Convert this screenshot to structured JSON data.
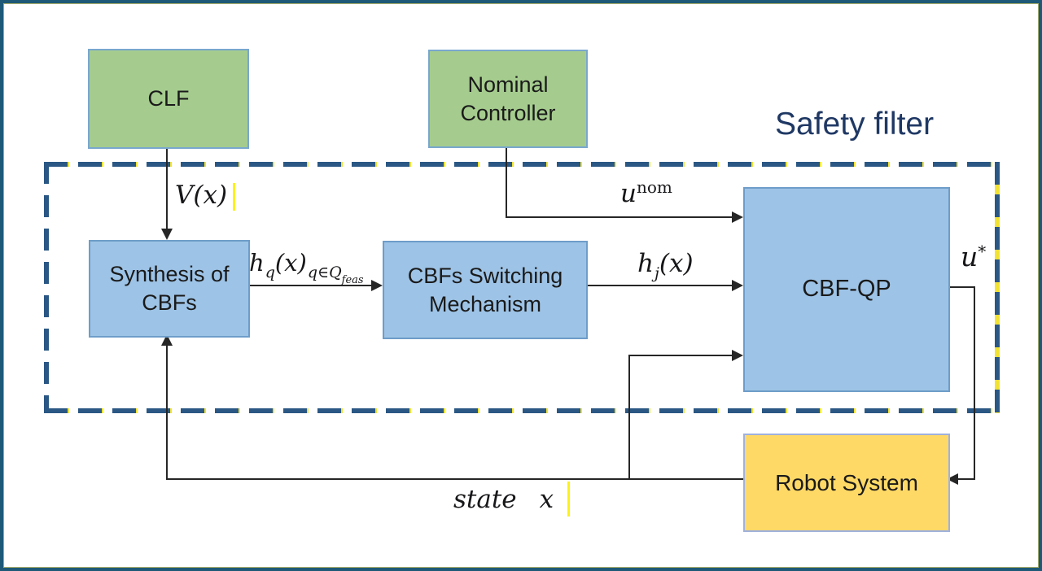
{
  "diagram": {
    "title": "Safety filter",
    "boxes": {
      "clf": {
        "label": "CLF"
      },
      "nominal_controller": {
        "line1": "Nominal",
        "line2": "Controller"
      },
      "synthesis_cbfs": {
        "line1": "Synthesis of",
        "line2": "CBFs"
      },
      "cbfs_switching": {
        "line1": "CBFs Switching",
        "line2": "Mechanism"
      },
      "cbf_qp": {
        "label": "CBF-QP"
      },
      "robot_system": {
        "label": "Robot System"
      }
    },
    "signals": {
      "vx": {
        "text": "V(x)"
      },
      "unom": {
        "base": "u",
        "sup": "nom"
      },
      "hq": {
        "base": "h",
        "sub": "q",
        "args": "(x)",
        "cond": "q∈Q",
        "cond_sub": "feas"
      },
      "hj": {
        "base": "h",
        "sub": "j",
        "args": "(x)"
      },
      "ustar": {
        "base": "u",
        "sup": "*"
      },
      "state": {
        "word": "state",
        "var": "x"
      }
    },
    "colors": {
      "frame_border": "#1E5A78",
      "frame_inner_line": "#A8AE6A",
      "title_text": "#1F3864",
      "green_box_fill": "#A5CC8E",
      "green_box_border": "#79A7CE",
      "blue_box_fill": "#9DC3E6",
      "blue_box_border": "#6E9DC9",
      "yellow_box_fill": "#FFD966",
      "yellow_box_border": "#9FB1DC",
      "dashed_line": "#2A5784",
      "dash_accent": "#F2E232",
      "arrow": "#262626",
      "cursor_artifact": "#FCF21C"
    }
  }
}
